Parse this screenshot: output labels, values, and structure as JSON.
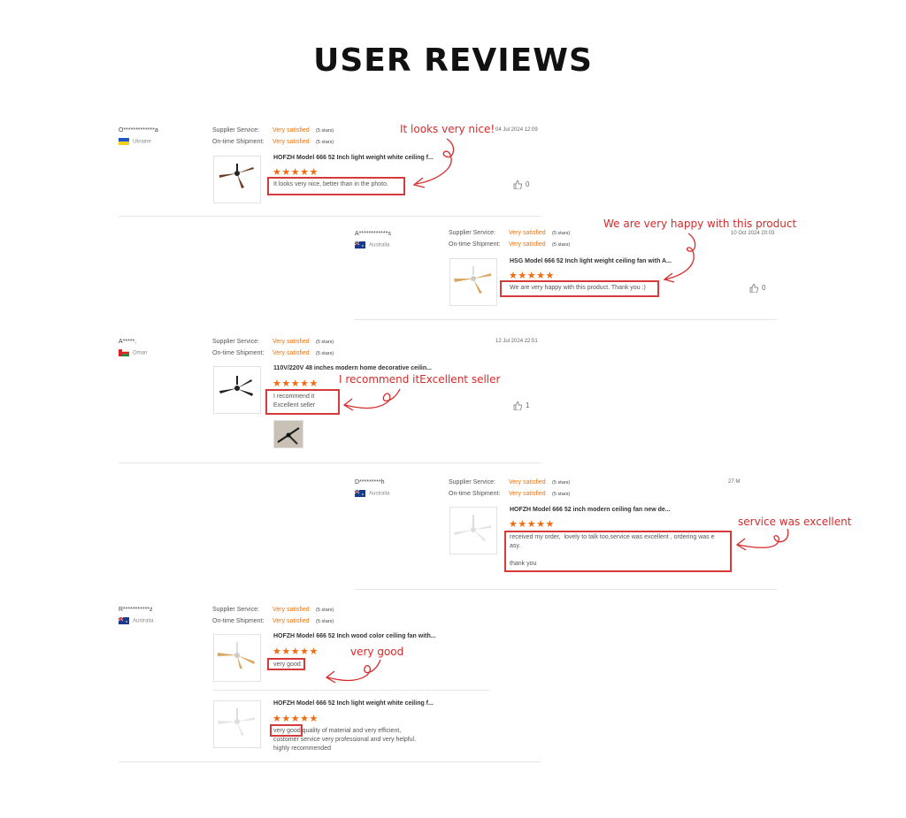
{
  "page_title": "USER REVIEWS",
  "labels": {
    "supplier_service": "Supplier Service:",
    "on_time_shipment": "On-time Shipment:",
    "very_satisfied": "Very satisfied",
    "five_stars": "(5 stars)",
    "rating_stars": "★★★★★"
  },
  "colors": {
    "accent": "#f26b0f",
    "annotation": "#d62b2b",
    "highlight": "#d63a3a"
  },
  "reviews": [
    {
      "user": "O*************a",
      "country": "Ukraine",
      "flag": "ukraine-flag",
      "date": "04 Jul 2024 12:09",
      "product": "HOFZH Model 666 52 Inch light weight white ceiling f...",
      "text": "It looks very nice, better than in the photo.",
      "likes": "0",
      "annotation": "It looks very nice!"
    },
    {
      "user": "A************s",
      "country": "Australia",
      "flag": "australia-flag",
      "date": "10 Oct 2024 20:03",
      "product": "HSG Model 666 52 Inch light weight ceiling fan with A...",
      "text": "We are very happy with this product. Thank you :)",
      "likes": "0",
      "annotation": "We are very happy with this product"
    },
    {
      "user": "A*****.",
      "country": "Oman",
      "flag": "oman-flag",
      "date": "12 Jul 2024 22:51",
      "product": "110V/220V 48 inches modern home decorative ceilin...",
      "text": "I recommend it\nExcellent seller",
      "likes": "1",
      "annotation": "I recommend itExcellent seller"
    },
    {
      "user": "D*********h",
      "country": "Australia",
      "flag": "australia-flag",
      "date": "27 M",
      "product": "HOFZH Model 666 52 inch modern ceiling fan new de...",
      "text": "received my order,  lovely to talk too,service was excellent , ordering was e\nasy.\n\nthank you",
      "annotation": "service was excellent"
    },
    {
      "user": "R***********z",
      "country": "Australia",
      "flag": "australia-flag",
      "items": [
        {
          "product": "HOFZH Model 666 52 Inch wood color ceiling fan with...",
          "text": "very good"
        },
        {
          "product": "HOFZH Model 666 52 Inch light weight white ceiling f...",
          "text": "very good quality of material and very efficient,\ncustomer service very professional and very helpful.\nhighly recommended"
        }
      ],
      "annotation": "very good"
    }
  ]
}
